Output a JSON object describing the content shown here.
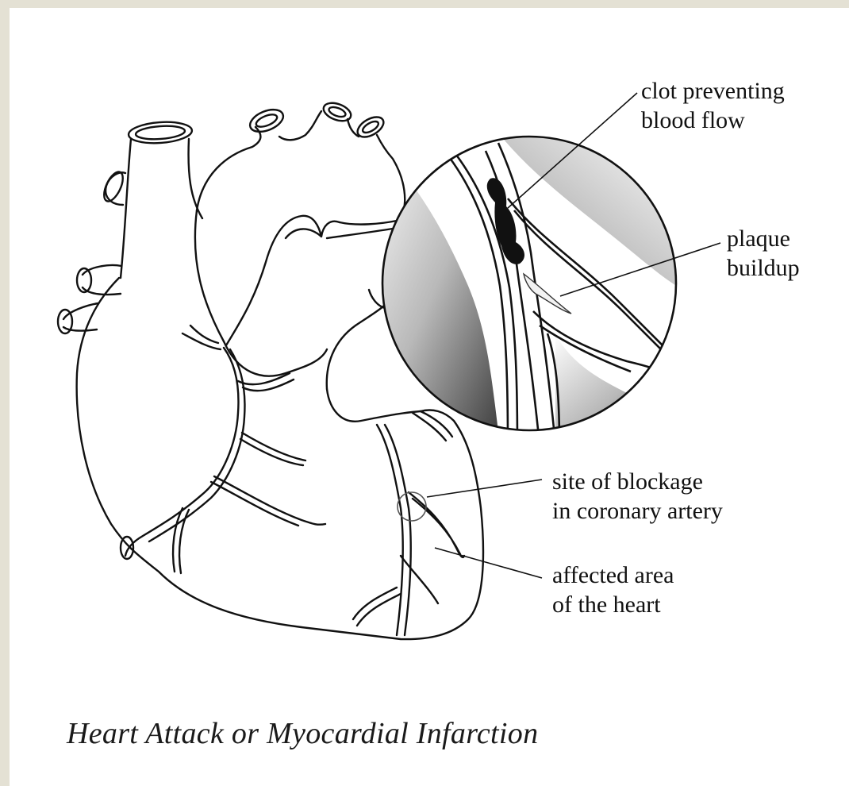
{
  "labels": {
    "clot_line1": "clot preventing",
    "clot_line2": "blood flow",
    "plaque_line1": "plaque",
    "plaque_line2": "buildup",
    "blockage_line1": "site of blockage",
    "blockage_line2": "in coronary artery",
    "affected_line1": "affected area",
    "affected_line2": "of the heart"
  },
  "caption": "Heart Attack or Myocardial Infarction",
  "colors": {
    "background": "#ffffff",
    "border_strip": "#e4e1d4",
    "ink": "#111111"
  }
}
